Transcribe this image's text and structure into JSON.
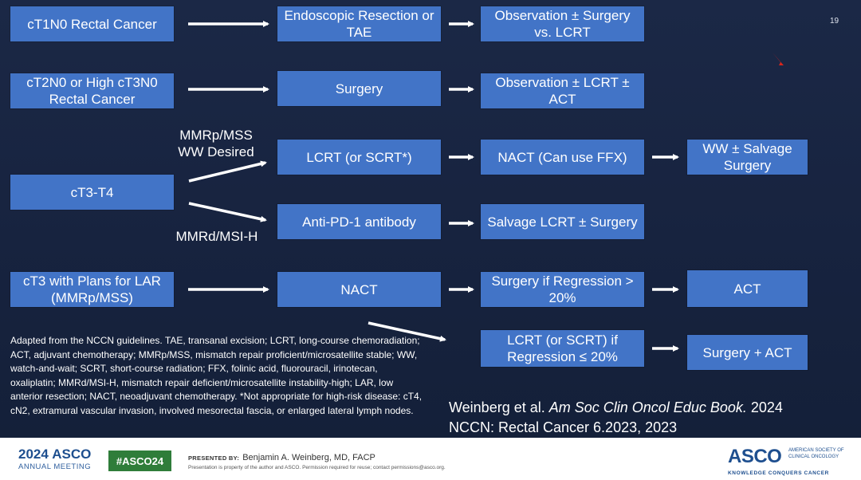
{
  "slide_number": "19",
  "rows": {
    "cT1N0": {
      "stage": "cT1N0 Rectal Cancer",
      "step1": "Endoscopic Resection or TAE",
      "step2": "Observation ± Surgery vs. LCRT"
    },
    "cT2N0": {
      "stage": "cT2N0 or High cT3N0 Rectal Cancer",
      "step1": "Surgery",
      "step2": "Observation ± LCRT ± ACT"
    },
    "cT3T4": {
      "stage": "cT3-T4",
      "branch_mmrp_label": "MMRp/MSS WW Desired",
      "branch_mmrd_label": "MMRd/MSI-H",
      "mmrp_step1": "LCRT (or SCRT*)",
      "mmrp_step2": "NACT (Can use FFX)",
      "mmrp_step3": "WW ± Salvage Surgery",
      "mmrd_step1": "Anti-PD-1 antibody",
      "mmrd_step2": "Salvage LCRT ± Surgery"
    },
    "cT3LAR": {
      "stage": "cT3 with Plans for LAR (MMRp/MSS)",
      "step1": "NACT",
      "step2a": "Surgery if Regression > 20%",
      "step3a": "ACT",
      "step2b": "LCRT (or SCRT) if Regression ≤ 20%",
      "step3b": "Surgery + ACT"
    }
  },
  "footnote": "Adapted from the NCCN guidelines. TAE, transanal excision; LCRT, long-course chemoradiation; ACT, adjuvant chemotherapy; MMRp/MSS, mismatch repair proficient/microsatellite stable; WW, watch-and-wait; SCRT, short-course radiation; FFX, folinic acid, fluorouracil, irinotecan, oxaliplatin; MMRd/MSI-H, mismatch repair deficient/microsatellite instability-high; LAR, low anterior resection; NACT, neoadjuvant chemotherapy. *Not appropriate for high-risk disease: cT4, cN2, extramural vascular invasion, involved mesorectal fascia, or enlarged lateral lymph nodes.",
  "citation": {
    "line1_author": "Weinberg et al. ",
    "line1_journal": "Am Soc Clin Oncol Educ Book.",
    "line1_year": " 2024",
    "line2": "NCCN: Rectal Cancer 6.2023, 2023"
  },
  "footer": {
    "meeting_year": "2024",
    "meeting_brand": "ASCO",
    "meeting_sub": "ANNUAL MEETING",
    "hashtag": "#ASCO24",
    "presented_by": "PRESENTED BY:",
    "presenter": "Benjamin A. Weinberg, MD, FACP",
    "disclaimer": "Presentation is property of the author and ASCO. Permission required for reuse; contact permissions@asco.org.",
    "logo_word": "ASCO",
    "logo_society": "AMERICAN SOCIETY OF CLINICAL ONCOLOGY",
    "logo_tagline": "KNOWLEDGE CONQUERS CANCER"
  },
  "colors": {
    "box_fill": "#4274c7",
    "background": "#17233e",
    "arrow": "#ffffff",
    "pointer": "#d9261c",
    "hashtag_bg": "#2f7d3a",
    "asco_blue": "#1e4f8f"
  }
}
